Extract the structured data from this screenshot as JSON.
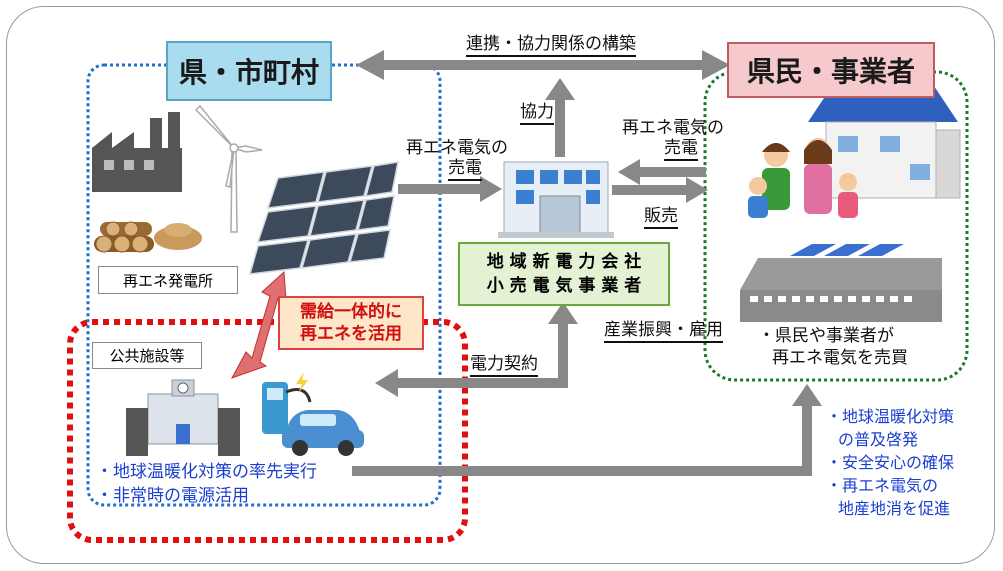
{
  "nodes": {
    "prefecture": "県・市町村",
    "residents": "県民・事業者",
    "power_company_line1": "地 域 新 電 力 会 社",
    "power_company_line2": "小 売 電 気 事 業 者",
    "renewable_plant": "再エネ発電所",
    "public_facilities": "公共施設等",
    "supply_demand_line1": "需給一体的に",
    "supply_demand_line2": "再エネを活用"
  },
  "edges": {
    "cooperation_relation": "連携・協力関係の構築",
    "cooperation": "協力",
    "sell_left_line1": "再エネ電気の",
    "sell_left_line2": "売電",
    "sell_right_line1": "再エネ電気の",
    "sell_right_line2": "売電",
    "sales": "販売",
    "industry": "産業振興・雇用",
    "power_contract": "電力契約"
  },
  "notes": {
    "residents_note_line1": "・県民や事業者が",
    "residents_note_line2": "再エネ電気を売買",
    "public_line1": "・地球温暖化対策の率先実行",
    "public_line2": "・非常時の電源活用",
    "right_line1": "・地球温暖化対策",
    "right_line2": "の普及啓発",
    "right_line3": "・安全安心の確保",
    "right_line4": "・再エネ電気の",
    "right_line5": "地産地消を促進"
  },
  "colors": {
    "prefecture_fill": "#a8dcee",
    "residents_fill": "#f6c9cc",
    "company_fill": "#e4f2d4",
    "supply_fill": "#fde7c8",
    "arrow": "#888888",
    "blue_dotted": "#1e6fd0",
    "green_dotted": "#1a7a2a",
    "red_dotted": "#e01010",
    "blue_text": "#1a3fd0"
  }
}
